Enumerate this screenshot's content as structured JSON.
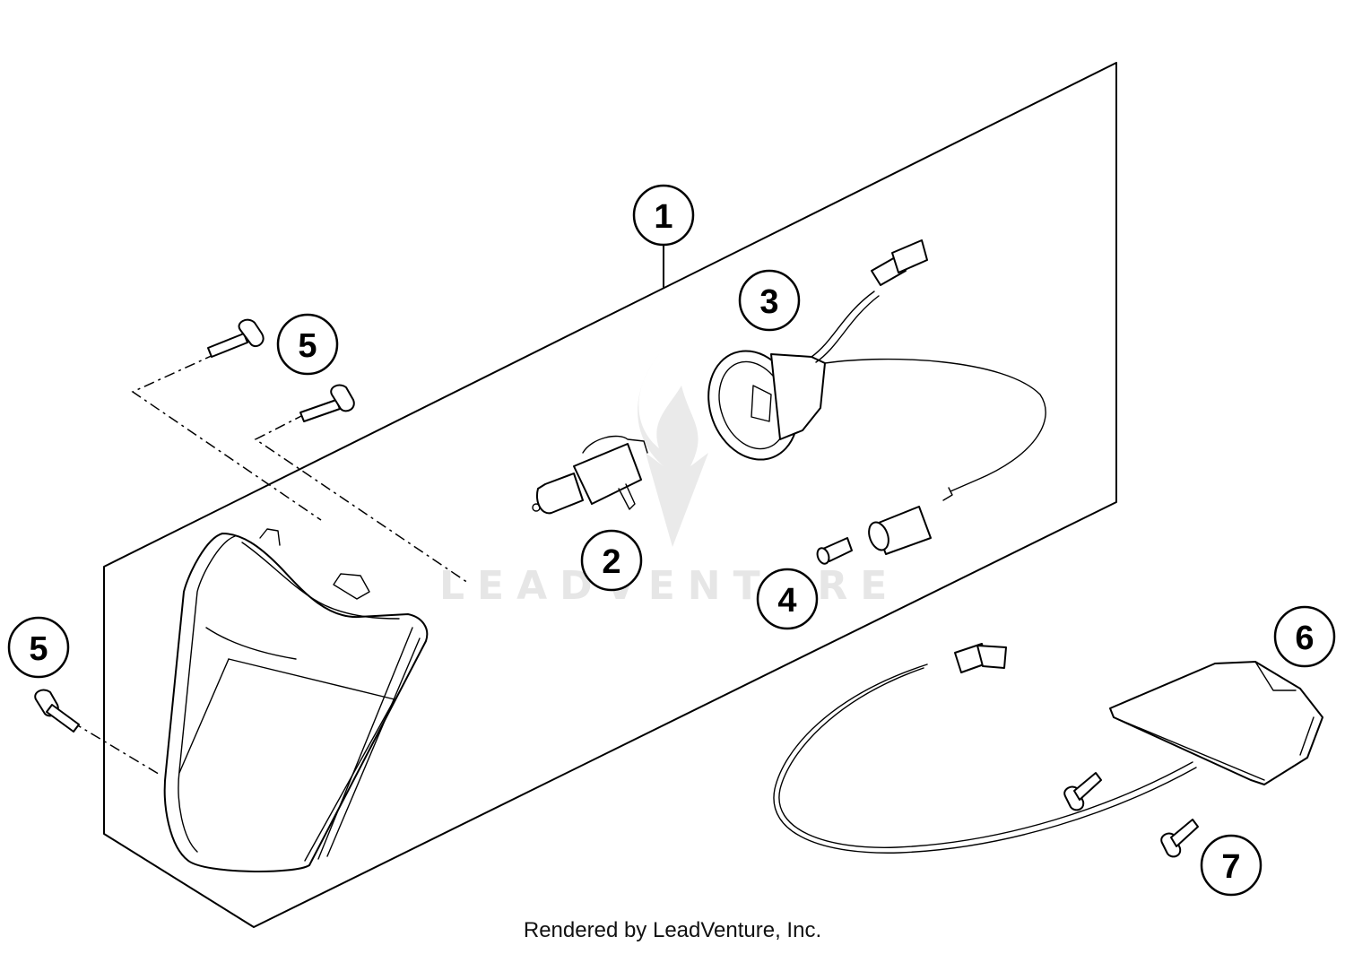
{
  "callouts": [
    "1",
    "2",
    "3",
    "4",
    "5",
    "5",
    "6",
    "7"
  ],
  "watermark": "LEADVENTURE",
  "footer": "Rendered by LeadVenture, Inc."
}
